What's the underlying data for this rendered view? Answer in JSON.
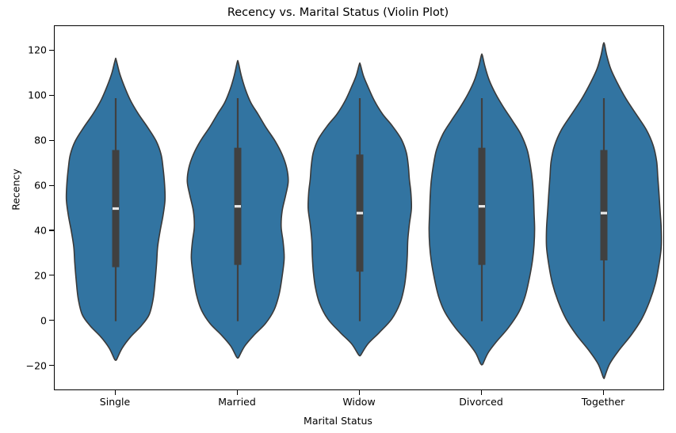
{
  "chart_data": {
    "type": "violin",
    "title": "Recency vs. Marital Status (Violin Plot)",
    "xlabel": "Marital Status",
    "ylabel": "Recency",
    "categories": [
      "Single",
      "Married",
      "Widow",
      "Divorced",
      "Together"
    ],
    "yticks": [
      -20,
      0,
      20,
      40,
      60,
      80,
      100,
      120
    ],
    "ylim": [
      -31,
      131
    ],
    "grid": false,
    "legend": null,
    "colors": {
      "violin_fill": "#3274A1",
      "violin_edge": "#3A3A3A",
      "box_fill": "#404040",
      "whisker": "#404040",
      "median": "#E8E8E8",
      "axes_edge": "#000000",
      "background": "#FFFFFF",
      "text": "#000000"
    },
    "series": [
      {
        "name": "Single",
        "median": 50,
        "q1": 24,
        "q3": 76,
        "whisker_low": 0,
        "whisker_high": 99,
        "kde_min": -17,
        "kde_max": 116,
        "max_width": 0.86
      },
      {
        "name": "Married",
        "median": 51,
        "q1": 25,
        "q3": 77,
        "whisker_low": 0,
        "whisker_high": 99,
        "kde_min": -16,
        "kde_max": 115,
        "max_width": 0.88
      },
      {
        "name": "Widow",
        "median": 48,
        "q1": 22,
        "q3": 74,
        "whisker_low": 0,
        "whisker_high": 99,
        "kde_min": -15,
        "kde_max": 114,
        "max_width": 0.9
      },
      {
        "name": "Divorced",
        "median": 51,
        "q1": 25,
        "q3": 77,
        "whisker_low": 0,
        "whisker_high": 99,
        "kde_min": -19,
        "kde_max": 118,
        "max_width": 0.92
      },
      {
        "name": "Together",
        "median": 48,
        "q1": 27,
        "q3": 76,
        "whisker_low": 0,
        "whisker_high": 99,
        "kde_min": -25,
        "kde_max": 123,
        "max_width": 1.0
      }
    ],
    "kde_profiles": {
      "Single": [
        [
          -17,
          0.02
        ],
        [
          -12,
          0.13
        ],
        [
          -7,
          0.3
        ],
        [
          -2,
          0.52
        ],
        [
          3,
          0.68
        ],
        [
          10,
          0.76
        ],
        [
          18,
          0.8
        ],
        [
          26,
          0.83
        ],
        [
          33,
          0.85
        ],
        [
          40,
          0.9
        ],
        [
          47,
          0.96
        ],
        [
          54,
          1.0
        ],
        [
          61,
          0.99
        ],
        [
          68,
          0.96
        ],
        [
          74,
          0.92
        ],
        [
          80,
          0.82
        ],
        [
          86,
          0.65
        ],
        [
          92,
          0.46
        ],
        [
          98,
          0.3
        ],
        [
          104,
          0.18
        ],
        [
          110,
          0.08
        ],
        [
          116,
          0.01
        ]
      ],
      "Married": [
        [
          -16,
          0.02
        ],
        [
          -11,
          0.14
        ],
        [
          -6,
          0.33
        ],
        [
          -1,
          0.55
        ],
        [
          5,
          0.72
        ],
        [
          12,
          0.82
        ],
        [
          20,
          0.88
        ],
        [
          28,
          0.92
        ],
        [
          35,
          0.9
        ],
        [
          42,
          0.86
        ],
        [
          49,
          0.88
        ],
        [
          56,
          0.95
        ],
        [
          62,
          1.0
        ],
        [
          68,
          0.97
        ],
        [
          74,
          0.88
        ],
        [
          80,
          0.74
        ],
        [
          86,
          0.56
        ],
        [
          92,
          0.4
        ],
        [
          97,
          0.26
        ],
        [
          103,
          0.15
        ],
        [
          109,
          0.07
        ],
        [
          115,
          0.01
        ]
      ],
      "Widow": [
        [
          -15,
          0.02
        ],
        [
          -10,
          0.16
        ],
        [
          -5,
          0.38
        ],
        [
          1,
          0.62
        ],
        [
          8,
          0.78
        ],
        [
          15,
          0.86
        ],
        [
          22,
          0.9
        ],
        [
          29,
          0.92
        ],
        [
          36,
          0.93
        ],
        [
          43,
          0.96
        ],
        [
          50,
          1.0
        ],
        [
          57,
          0.99
        ],
        [
          63,
          0.96
        ],
        [
          69,
          0.94
        ],
        [
          75,
          0.9
        ],
        [
          81,
          0.8
        ],
        [
          87,
          0.62
        ],
        [
          92,
          0.44
        ],
        [
          98,
          0.28
        ],
        [
          104,
          0.16
        ],
        [
          109,
          0.07
        ],
        [
          114,
          0.01
        ]
      ],
      "Divorced": [
        [
          -19,
          0.02
        ],
        [
          -14,
          0.12
        ],
        [
          -9,
          0.28
        ],
        [
          -3,
          0.5
        ],
        [
          4,
          0.7
        ],
        [
          11,
          0.82
        ],
        [
          19,
          0.9
        ],
        [
          27,
          0.96
        ],
        [
          34,
          0.99
        ],
        [
          41,
          1.0
        ],
        [
          48,
          0.99
        ],
        [
          55,
          0.98
        ],
        [
          62,
          0.96
        ],
        [
          69,
          0.92
        ],
        [
          76,
          0.86
        ],
        [
          83,
          0.74
        ],
        [
          89,
          0.58
        ],
        [
          95,
          0.41
        ],
        [
          101,
          0.26
        ],
        [
          107,
          0.14
        ],
        [
          113,
          0.06
        ],
        [
          118,
          0.01
        ]
      ],
      "Together": [
        [
          -25,
          0.01
        ],
        [
          -19,
          0.1
        ],
        [
          -13,
          0.26
        ],
        [
          -6,
          0.48
        ],
        [
          1,
          0.66
        ],
        [
          9,
          0.8
        ],
        [
          17,
          0.9
        ],
        [
          25,
          0.96
        ],
        [
          33,
          1.0
        ],
        [
          41,
          1.0
        ],
        [
          49,
          0.98
        ],
        [
          57,
          0.96
        ],
        [
          64,
          0.94
        ],
        [
          71,
          0.92
        ],
        [
          78,
          0.86
        ],
        [
          85,
          0.74
        ],
        [
          92,
          0.56
        ],
        [
          99,
          0.38
        ],
        [
          106,
          0.23
        ],
        [
          112,
          0.12
        ],
        [
          118,
          0.05
        ],
        [
          123,
          0.01
        ]
      ]
    }
  }
}
